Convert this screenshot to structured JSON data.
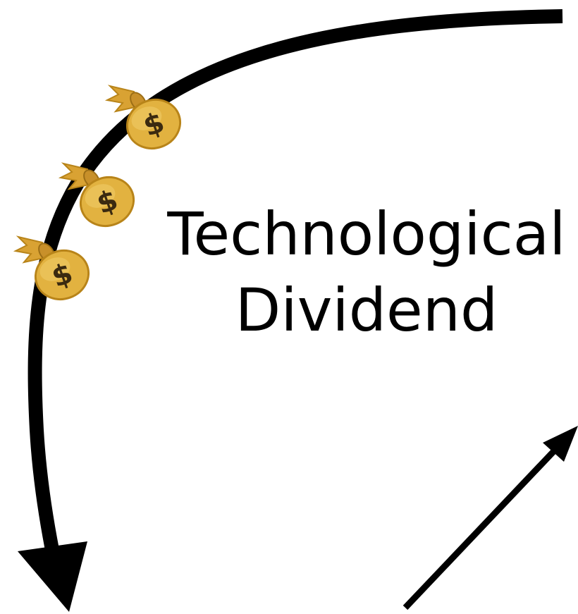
{
  "title": {
    "line1": "Technological",
    "line2": "Dividend"
  },
  "colors": {
    "stroke": "#000000",
    "bag_fill": "#e2b240",
    "bag_shade": "#b88419",
    "bag_neck": "#d9a233",
    "dollar": "#3b2a10"
  },
  "icons": {
    "bag": "money-bag-icon",
    "curve_arrow": "curved-arrow",
    "straight_arrow": "straight-arrow"
  }
}
